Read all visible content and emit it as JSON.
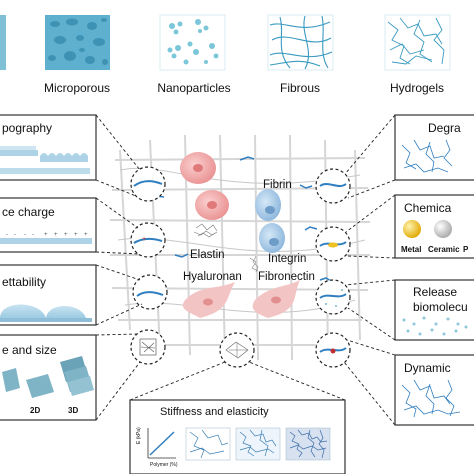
{
  "scaffold_types": [
    {
      "key": "porous",
      "label": ""
    },
    {
      "key": "microporous",
      "label": "Microporous"
    },
    {
      "key": "nanoparticles",
      "label": "Nanoparticles"
    },
    {
      "key": "fibrous",
      "label": "Fibrous"
    },
    {
      "key": "hydrogels",
      "label": "Hydrogels"
    }
  ],
  "left_panels": {
    "topography": "pography",
    "surface_charge": "ce charge",
    "wettability": "ettability",
    "shape_size": "e and size",
    "dim_2d": "2D",
    "dim_3d": "3D"
  },
  "right_panels": {
    "degradation": "Degra",
    "chemical": "Chemica",
    "metal": "Metal",
    "ceramic": "Ceramic",
    "ceramic_cut": "P",
    "release_line1": "Release",
    "release_line2": "biomolecu",
    "dynamic": "Dynamic"
  },
  "center_labels": {
    "fibrin": "Fibrin",
    "elastin": "Elastin",
    "integrin": "Integrin",
    "hyaluronan": "Hyaluronan",
    "fibronectin": "Fibronectin"
  },
  "stiffness": {
    "title": "Stiffness and elasticity",
    "y_axis": "E (kPa)",
    "x_axis": "Polymer (%)"
  },
  "colors": {
    "cell_red": "#f2a0a0",
    "cell_blue": "#9fc3e6",
    "cell_pink": "#f3c4c4",
    "pore_blue": "#7fb7cc",
    "fiber_blue": "#2f7ec0",
    "metal_gold": "#f0c020",
    "ceramic_gray": "#bfbfbf",
    "grid_gray": "#d6d6d6",
    "panel_border": "#333333"
  }
}
